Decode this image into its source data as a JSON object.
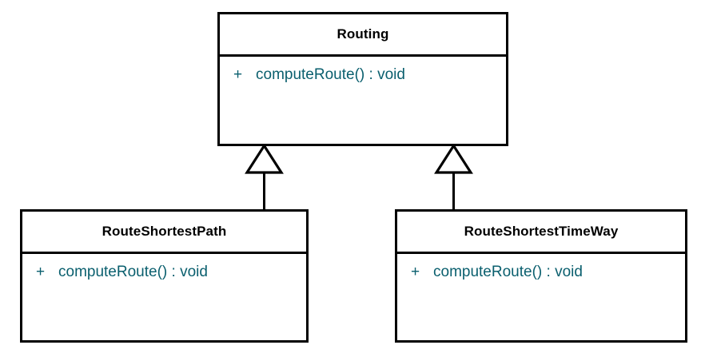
{
  "diagram": {
    "type": "uml-class-diagram",
    "background_color": "#ffffff",
    "line_color": "#000000",
    "title_color": "#000000",
    "member_color": "#0a5f6e",
    "classes": [
      {
        "id": "routing",
        "name": "Routing",
        "members": [
          {
            "visibility": "+",
            "signature": "computeRoute() : void"
          }
        ]
      },
      {
        "id": "route-shortest-path",
        "name": "RouteShortestPath",
        "members": [
          {
            "visibility": "+",
            "signature": "computeRoute() : void"
          }
        ]
      },
      {
        "id": "route-shortest-time-way",
        "name": "RouteShortestTimeWay",
        "members": [
          {
            "visibility": "+",
            "signature": "computeRoute() : void"
          }
        ]
      }
    ],
    "relationships": [
      {
        "id": "gen-left",
        "kind": "generalization",
        "from": "RouteShortestPath",
        "to": "Routing",
        "arrow": "hollow-triangle"
      },
      {
        "id": "gen-right",
        "kind": "generalization",
        "from": "RouteShortestTimeWay",
        "to": "Routing",
        "arrow": "hollow-triangle"
      }
    ]
  }
}
